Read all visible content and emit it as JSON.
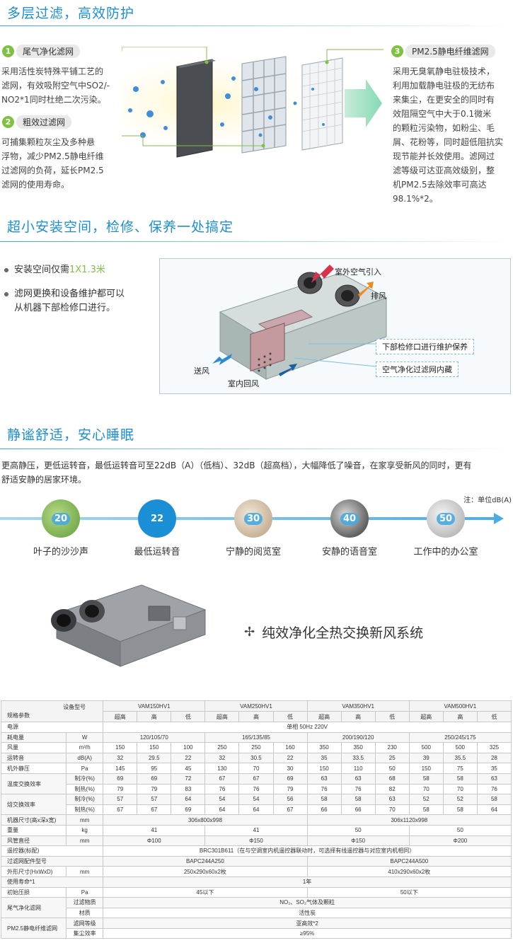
{
  "sec1": {
    "title": "多层过滤，高效防护",
    "f1": {
      "num": "1",
      "name": "尾气净化滤网",
      "desc": [
        "采用活性炭特殊平铺工艺的",
        "滤网，有效吸附空气中SO2/-",
        "NO2*1同时杜绝二次污染。"
      ]
    },
    "f2": {
      "num": "2",
      "name": "粗效过滤网",
      "desc": [
        "可捕集颗粒灰尘及多种悬",
        "浮物，减少PM2.5静电纤维",
        "过滤网的负荷，延长PM2.5",
        "滤网的使用寿命。"
      ]
    },
    "f3": {
      "num": "3",
      "name": "PM2.5静电纤维滤网",
      "desc": [
        "采用无臭氧静电驻极技术，",
        "利用加载静电驻极的无纺布",
        "来集尘，在更安全的同时有",
        "效阻隔空气中大于0.1微米",
        "的颗粒污染物，如粉尘、毛",
        "屑、花粉等，同时超低阻抗实",
        "现节能并长效使用。滤网过",
        "滤等级可达亚高效级别，整",
        "机PM2.5去除效率可高达",
        "98.1%*2。"
      ]
    }
  },
  "sec2": {
    "title": "超小安装空间，检修、保养一处搞定",
    "b1_prefix": "安装空间仅需",
    "b1_value": "1X1.3米",
    "b2": [
      "滤网更换和设备维护都可以",
      "从机器下部检修口进行。"
    ],
    "labels": {
      "outdoor": "室外空气引入",
      "exhaust": "排风",
      "supply": "送风",
      "return": "室内回风",
      "maint": "下部检修口进行维护保养",
      "builtin": "空气净化过滤网内藏"
    }
  },
  "sec3": {
    "title": "静谧舒适，安心睡眠",
    "para": [
      "更高静压，更低运转音，最低运转音可至22dB（A）（低档）、32dB（超高档），大幅降低了噪音，在家享受新风的同时，更有",
      "舒适安静的居家环境。"
    ],
    "note": "注：单位dB(A)",
    "levels": [
      {
        "value": "20",
        "label": "叶子的沙沙声"
      },
      {
        "value": "22",
        "label": "最低运转音"
      },
      {
        "value": "30",
        "label": "宁静的阅览室"
      },
      {
        "value": "40",
        "label": "安静的语音室"
      },
      {
        "value": "50",
        "label": "工作中的办公室"
      }
    ]
  },
  "product": {
    "title": "纯效净化全热交换新风系统"
  },
  "spec": {
    "corner_top": "设备型号",
    "corner_bottom": "规格参数",
    "models": [
      "VAM150HV1",
      "VAM250HV1",
      "VAM350HV1",
      "VAM500HV1"
    ],
    "speeds": [
      "超高",
      "高",
      "低"
    ],
    "power_label": "电源",
    "power_value": "单相  50Hz  220V",
    "consumption": {
      "label": "耗电量",
      "unit": "W",
      "values": [
        "120/105/70",
        "165/135/85",
        "200/190/120",
        "250/245/175"
      ]
    },
    "airflow": {
      "label": "风量",
      "unit": "m³/h",
      "values": [
        "150",
        "150",
        "100",
        "250",
        "250",
        "160",
        "350",
        "350",
        "230",
        "500",
        "500",
        "325"
      ]
    },
    "noise": {
      "label": "运转音",
      "unit": "dB(A)",
      "values": [
        "32",
        "29.5",
        "22",
        "32",
        "30.5",
        "22",
        "35",
        "33.5",
        "25",
        "39",
        "35.5",
        "28"
      ]
    },
    "pressure": {
      "label": "机外静压",
      "unit": "Pa",
      "values": [
        "145",
        "95",
        "45",
        "130",
        "70",
        "30",
        "150",
        "110",
        "50",
        "150",
        "75",
        "35"
      ]
    },
    "temp": {
      "label": "温度交换效率",
      "cool": "制冷(%)",
      "heat": "制热(%)",
      "cool_values": [
        "69",
        "69",
        "72",
        "67",
        "67",
        "69",
        "63",
        "63",
        "68",
        "58",
        "58",
        "63"
      ],
      "heat_values": [
        "79",
        "79",
        "83",
        "76",
        "76",
        "79",
        "76",
        "76",
        "82",
        "70",
        "70",
        "76"
      ]
    },
    "enthalpy": {
      "label": "焓交换效率",
      "cool": "制冷(%)",
      "heat": "制热(%)",
      "cool_values": [
        "57",
        "57",
        "64",
        "54",
        "54",
        "56",
        "58",
        "58",
        "63",
        "52",
        "52",
        "58"
      ],
      "heat_values": [
        "67",
        "67",
        "69",
        "64",
        "64",
        "67",
        "66",
        "66",
        "70",
        "58",
        "58",
        "64"
      ]
    },
    "dims": {
      "label": "机器尺寸(高x深x宽)",
      "unit": "mm",
      "v1": "306x800x998",
      "v2": "306x1120x998"
    },
    "weight": {
      "label": "重量",
      "unit": "kg",
      "values": [
        "41",
        "41",
        "50",
        "50"
      ]
    },
    "duct": {
      "label": "风管直径",
      "unit": "mm",
      "values": [
        "Φ100",
        "Φ150",
        "Φ150",
        "Φ200"
      ]
    },
    "remote": {
      "label": "遥控器(标配)",
      "value": "BRC301B611（在与空调室内机遥控器联动时，可选择有线遥控器与对应室内机相同）"
    },
    "filter_model": {
      "label": "过滤网配件型号",
      "v1": "BAPC244A250",
      "v2": "BAPC244A500"
    },
    "filter_size": {
      "label": "外形尺寸(HxWxD)",
      "unit": "mm",
      "v1": "250x290x60x2枚",
      "v2": "410x290x60x2枚"
    },
    "life": {
      "label": "使用寿命*1",
      "value": "1年"
    },
    "initial_pressure": {
      "label": "初始压损",
      "unit": "Pa",
      "v1": "45以下",
      "v2": "50以下"
    },
    "tail": {
      "label": "尾气净化滤网",
      "r1": "过滤物质",
      "v1": "NO₂、SO₂气体及颗粒",
      "r2": "材质",
      "v2": "活性炭"
    },
    "pm25": {
      "label": "PM2.5静电纤维滤网",
      "r1": "滤网等级",
      "v1": "亚高效*2",
      "r2": "集尘效率",
      "v2": "≥95%"
    }
  },
  "colors": {
    "accent": "#1b8fd6",
    "green": "#7fc241"
  }
}
